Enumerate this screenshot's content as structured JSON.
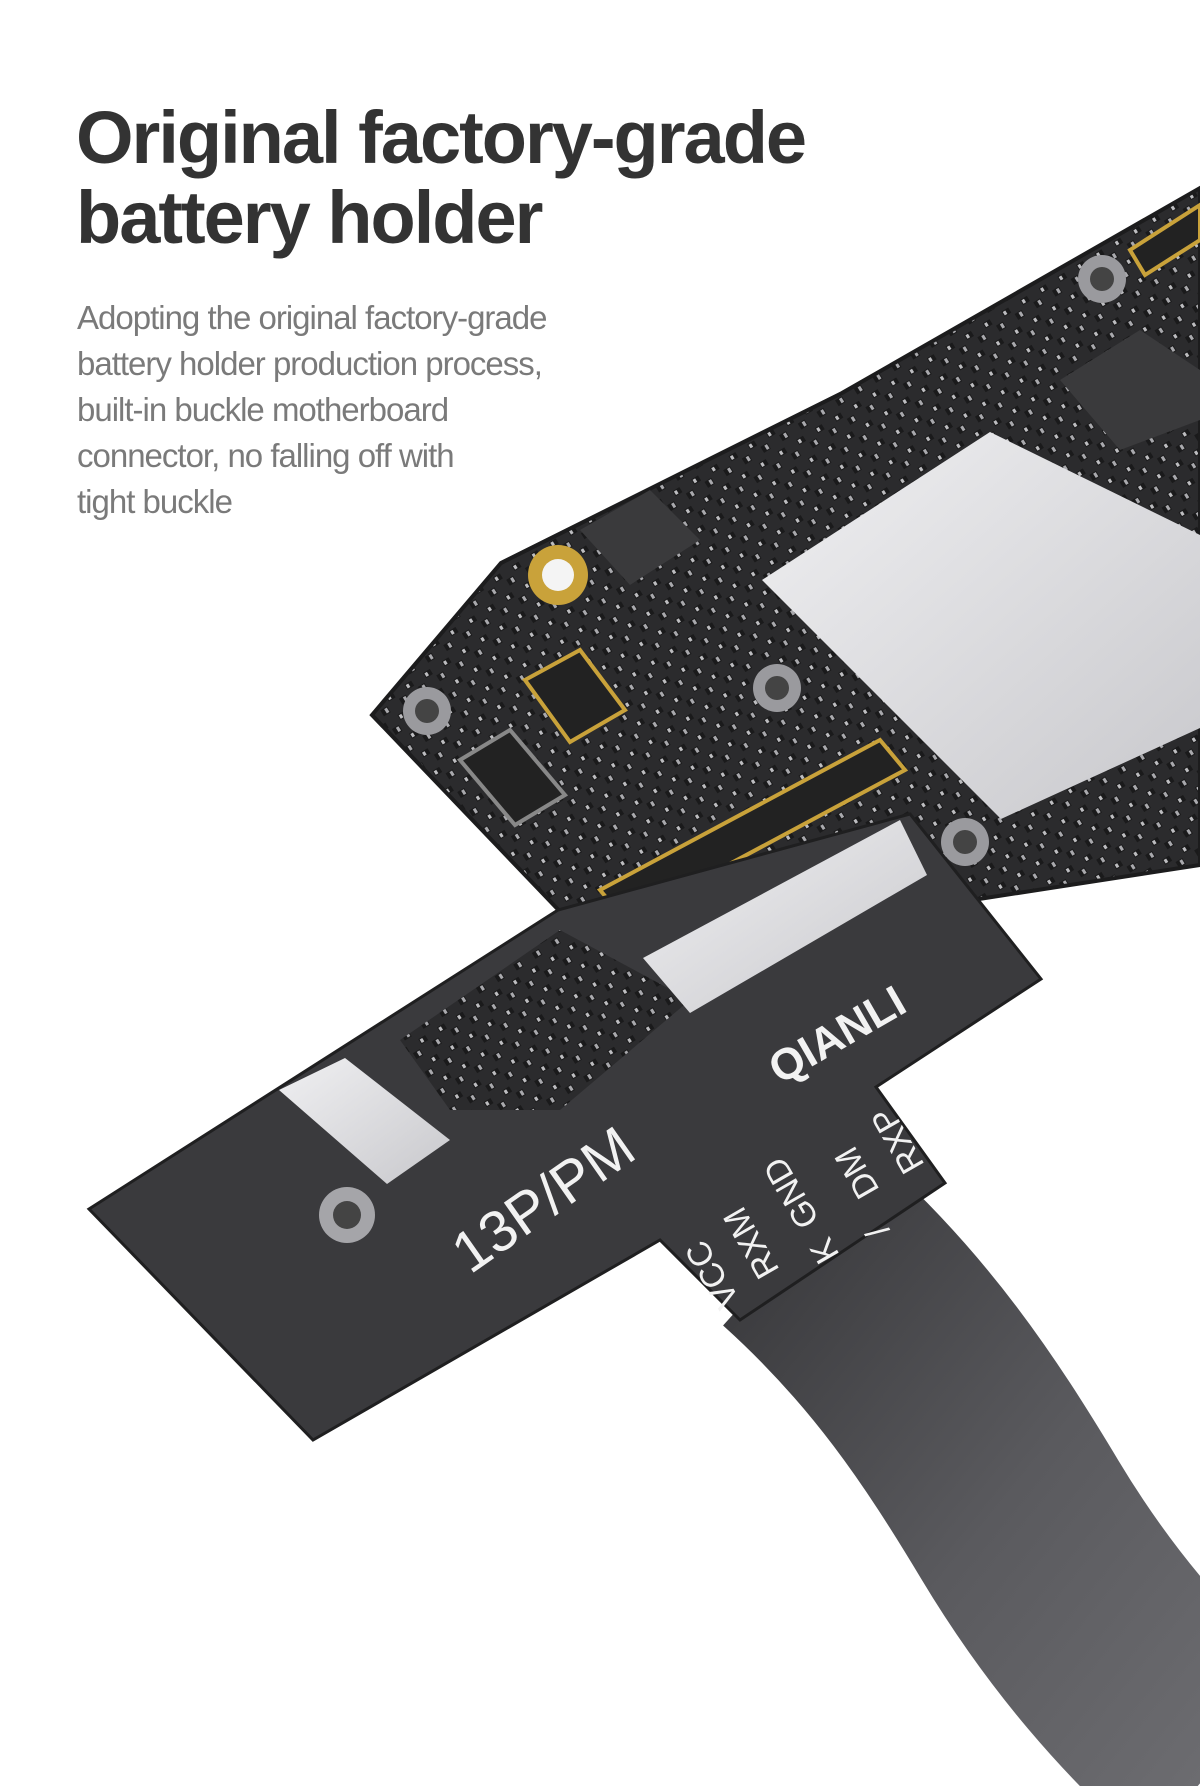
{
  "heading": {
    "lines": [
      "Original factory-grade",
      "battery holder"
    ]
  },
  "description": {
    "lines": [
      "Adopting the original  factory-grade",
      "battery holder production process,",
      "built-in buckle motherboard",
      "connector,  no falling off with",
      "tight buckle"
    ]
  },
  "product": {
    "brand_logo": "QIANLI",
    "model_label": "13P/PM",
    "pin_labels": [
      "VCC",
      "RXM",
      "GND",
      "K",
      "DM",
      "/",
      "RXP"
    ]
  },
  "colors": {
    "heading": "#333333",
    "description": "#7a7a7a",
    "board": "#2b2b2d",
    "flex": "#3a3a3d",
    "cable": "#4a4a4e",
    "shield": "#d9d9db",
    "gold": "#c9a23a"
  }
}
